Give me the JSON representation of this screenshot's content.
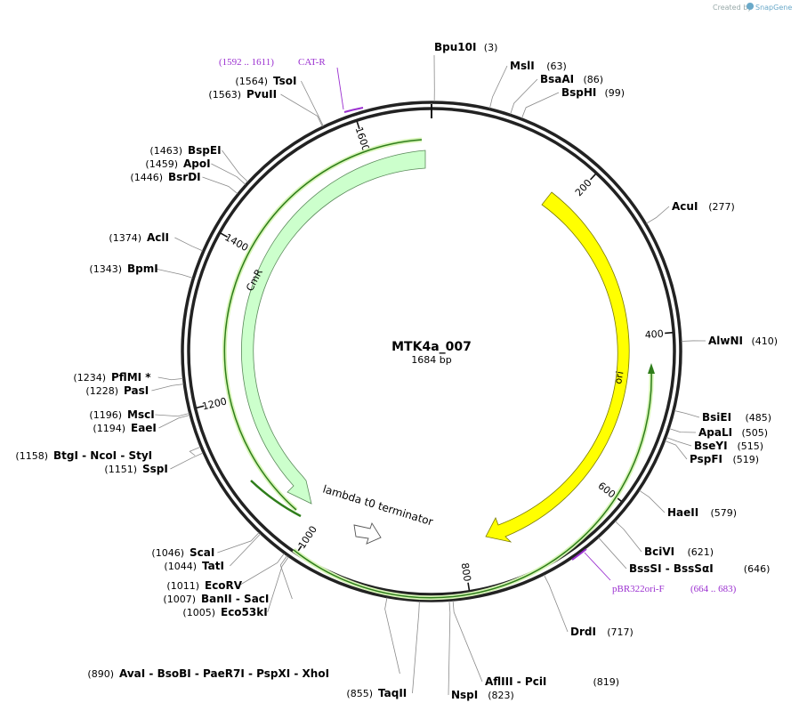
{
  "credit": {
    "created_by": "Created by",
    "brand": "SnapGene"
  },
  "plasmid": {
    "name": "MTK4a_007",
    "size_label": "1684 bp",
    "length": 1684
  },
  "ticks": [
    "200",
    "400",
    "600",
    "800",
    "1000",
    "1200",
    "1400",
    "1600"
  ],
  "features": [
    {
      "label": "ori",
      "color": "#ffff00",
      "stroke": "#7a7a00"
    },
    {
      "label": "CmR",
      "color": "#ccffcc",
      "stroke": "#5a8a5a"
    },
    {
      "label": "lambda t0 terminator",
      "color": "#ffffff",
      "stroke": "#555555"
    }
  ],
  "primers": [
    {
      "label": "CAT-R",
      "range": "(1592 .. 1611)"
    },
    {
      "label": "pBR322ori-F",
      "range": "(664 .. 683)"
    }
  ],
  "enzymes": [
    {
      "name": "Bpu10I",
      "pos": "(3)"
    },
    {
      "name": "MslI",
      "pos": "(63)"
    },
    {
      "name": "BsaAI",
      "pos": "(86)"
    },
    {
      "name": "BspHI",
      "pos": "(99)"
    },
    {
      "name": "AcuI",
      "pos": "(277)"
    },
    {
      "name": "AlwNI",
      "pos": "(410)"
    },
    {
      "name": "BsiEI",
      "pos": "(485)"
    },
    {
      "name": "ApaLI",
      "pos": "(505)"
    },
    {
      "name": "BseYI",
      "pos": "(515)"
    },
    {
      "name": "PspFI",
      "pos": "(519)"
    },
    {
      "name": "HaeII",
      "pos": "(579)"
    },
    {
      "name": "BciVI",
      "pos": "(621)"
    },
    {
      "name": "BssSI  -  BssSαI",
      "pos": "(646)"
    },
    {
      "name": "DrdI",
      "pos": "(717)"
    },
    {
      "name": "AflIII  -  PciI",
      "pos": "(819)"
    },
    {
      "name": "NspI",
      "pos": "(823)"
    },
    {
      "name": "TaqII",
      "pos": "(855)"
    },
    {
      "name": "AvaI  -  BsoBI  -  PaeR7I  -  PspXI  -  XhoI",
      "pos": "(890)"
    },
    {
      "name": "Eco53kI",
      "pos": "(1005)"
    },
    {
      "name": "BanII  -  SacI",
      "pos": "(1007)"
    },
    {
      "name": "EcoRV",
      "pos": "(1011)"
    },
    {
      "name": "TatI",
      "pos": "(1044)"
    },
    {
      "name": "ScaI",
      "pos": "(1046)"
    },
    {
      "name": "SspI",
      "pos": "(1151)"
    },
    {
      "name": "BtgI  -  NcoI  -  StyI",
      "pos": "(1158)"
    },
    {
      "name": "EaeI",
      "pos": "(1194)"
    },
    {
      "name": "MscI",
      "pos": "(1196)"
    },
    {
      "name": "PasI",
      "pos": "(1228)"
    },
    {
      "name": "PflMI *",
      "pos": "(1234)"
    },
    {
      "name": "BpmI",
      "pos": "(1343)"
    },
    {
      "name": "AclI",
      "pos": "(1374)"
    },
    {
      "name": "BsrDI",
      "pos": "(1446)"
    },
    {
      "name": "ApoI",
      "pos": "(1459)"
    },
    {
      "name": "BspEI",
      "pos": "(1463)"
    },
    {
      "name": "PvuII",
      "pos": "(1563)"
    },
    {
      "name": "TsoI",
      "pos": "(1564)"
    }
  ]
}
